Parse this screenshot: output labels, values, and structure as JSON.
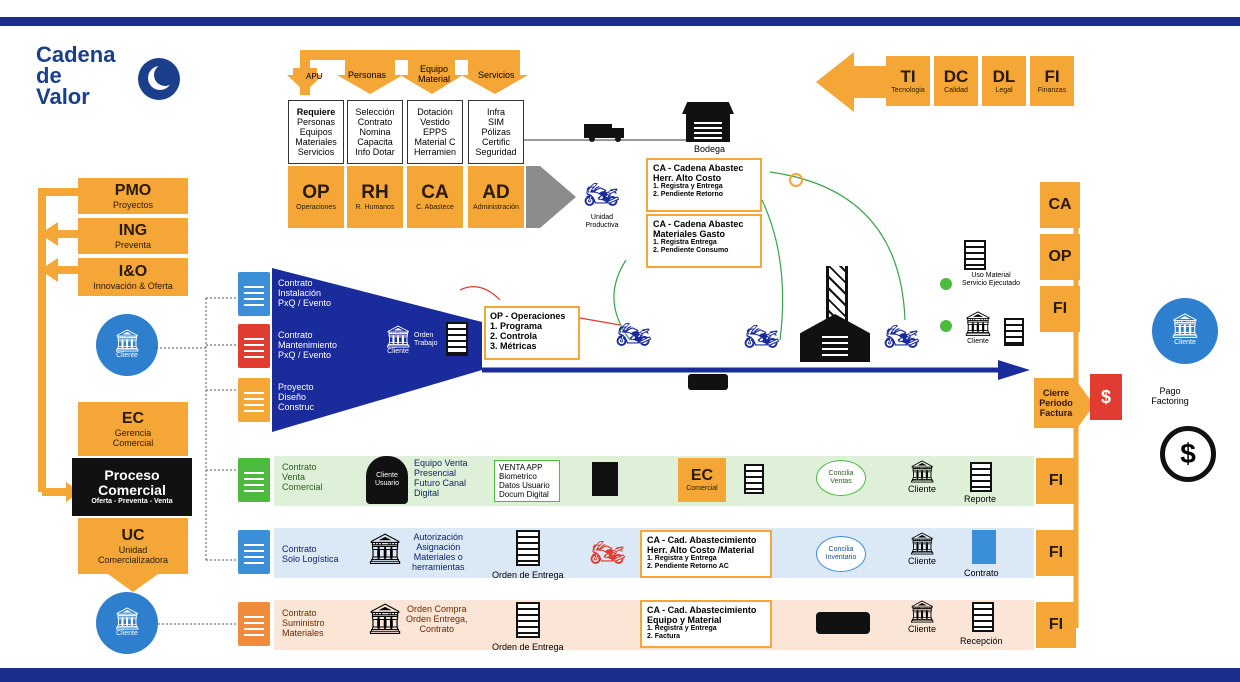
{
  "title": {
    "line1": "Cadena",
    "line2": "de",
    "line3": "Valor"
  },
  "support_top": {
    "arrow_labels": [
      "APU",
      "Personas",
      "Equipo\nMaterial",
      "Servicios"
    ],
    "requiere": {
      "head": "Requiere",
      "items": "Personas\nEquipos\nMateriales\nServicios"
    },
    "lists": [
      "Selección\nContrato\nNomina\nCapacita\nInfo Dotar",
      "Dotación\nVestido\nEPPS\nMaterial C\nHerramien",
      "Infra\nSIM\nPólizas\nCertific\nSeguridad"
    ],
    "units": [
      {
        "code": "OP",
        "name": "Operaciones"
      },
      {
        "code": "RH",
        "name": "R. Humanos"
      },
      {
        "code": "CA",
        "name": "C. Abastece"
      },
      {
        "code": "AD",
        "name": "Administración"
      }
    ],
    "unidad_productiva": "Unidad\nProductiva",
    "bodega": "Bodega"
  },
  "top_right": [
    {
      "code": "TI",
      "name": "Tecnologia"
    },
    {
      "code": "DC",
      "name": "Calidad"
    },
    {
      "code": "DL",
      "name": "Legal"
    },
    {
      "code": "FI",
      "name": "Finanzas"
    }
  ],
  "left_column": {
    "pmo": {
      "code": "PMO",
      "name": "Proyectos"
    },
    "ing": {
      "code": "ING",
      "name": "Preventa"
    },
    "io": {
      "code": "I&O",
      "name": "Innovación & Oferta"
    },
    "ec": {
      "code": "EC",
      "name": "Gerencia\nComercial"
    },
    "proceso": {
      "title": "Proceso\nComercial",
      "sub": "Oferta - Preventa - Venta"
    },
    "uc": {
      "code": "UC",
      "name": "Unidad\nComercializadora"
    },
    "cliente": "Cliente"
  },
  "contracts_main": [
    {
      "label": "Contrato\nInstalación\nPxQ / Evento",
      "color": "#3b8fd8"
    },
    {
      "label": "Contrato\nMantenimiento\nPxQ / Evento",
      "color": "#e03c31"
    },
    {
      "label": "Proyecto\nDiseño\nConstruc",
      "color": "#f4a636"
    }
  ],
  "funnel": {
    "cliente": "Cliente",
    "orden": "Orden\nTrabajo"
  },
  "op_box": {
    "title": "OP - Operaciones",
    "items": [
      "1.  Programa",
      "2.  Controla",
      "3.  Métricas"
    ]
  },
  "ca_alto": {
    "title": "CA - Cadena Abastec\nHerr. Alto Costo",
    "items": [
      "1. Registra y Entrega",
      "2. Pendiente Retorno"
    ]
  },
  "ca_gasto": {
    "title": "CA - Cadena Abastec\nMateriales Gasto",
    "items": [
      "1.  Registra Entrega",
      "2.  Pendiente Consumo"
    ]
  },
  "right_col": {
    "ca": "CA",
    "op": "OP",
    "fi": "FI",
    "uso": "Uso Material\nServicio Ejecutado",
    "cliente": "Cliente",
    "cierre": "Cierre\nPeriodo\nFactura",
    "pago": "Pago\nFactoring",
    "cliente_big": "Cliente"
  },
  "band_venta": {
    "contract": "Contrato\nVenta\nComercial",
    "head": "Cliente\nUsuario",
    "equipo": "Equipo Venta\nPresencial\nFuturo Canal\nDigital",
    "app": "VENTA APP\nBiometrico\nDatos Usuario\nDocum Digital",
    "ec": "EC",
    "ec_sub": "Comercial",
    "concilia": "Concilia\nVentas",
    "cliente": "Cliente",
    "reporte": "Reporte",
    "fi": "FI"
  },
  "band_logistica": {
    "contract": "Contrato\nSolo Logística",
    "autoriza": "Autorización\nAsignación\nMateriales o\nherramientas",
    "orden": "Orden de Entrega",
    "ca_title": "CA - Cad. Abastecimiento\nHerr. Alto Costo /Material",
    "ca_items": [
      "1. Registra y Entrega",
      "2. Pendiente Retorno AC"
    ],
    "concilia": "Concilia\nInventario",
    "cliente": "Cliente",
    "contrato": "Contrato",
    "fi": "FI"
  },
  "band_suministro": {
    "contract": "Contrato\nSuministro\nMateriales",
    "orden_compra": "Orden Compra\nOrden Entrega,\nContrato",
    "orden": "Orden de Entrega",
    "ca_title": "CA - Cad. Abastecimiento\nEquipo y Material",
    "ca_items": [
      "1. Registra y Entrega",
      "2. Factura"
    ],
    "cliente": "Cliente",
    "recepcion": "Recepción",
    "fi": "FI"
  },
  "colors": {
    "orange": "#f4a636",
    "navy": "#1a2b9c",
    "frame": "#1b2e8f",
    "blue": "#3b8fd8",
    "red": "#e03c31",
    "green": "#4cba3c"
  }
}
